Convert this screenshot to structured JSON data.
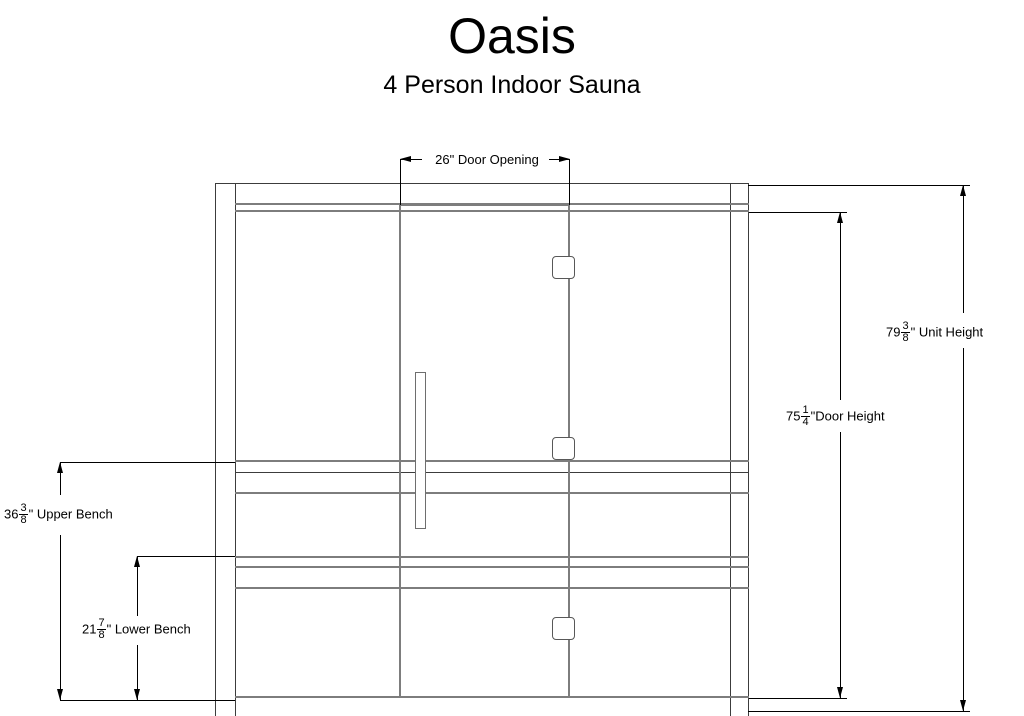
{
  "document": {
    "title": "Oasis",
    "subtitle": "4 Person Indoor Sauna",
    "type": "technical-elevation-drawing"
  },
  "dimensions": {
    "door_opening": {
      "whole": "26",
      "unit": "\"",
      "label": " Door Opening",
      "full_text": "26\" Door Opening"
    },
    "unit_height": {
      "whole": "79",
      "numerator": "3",
      "denominator": "8",
      "unit": "\"",
      "label": " Unit Height",
      "full_text": "79 3/8\" Unit Height"
    },
    "door_height": {
      "whole": "75",
      "numerator": "1",
      "denominator": "4",
      "unit": "\"",
      "label": "Door Height",
      "full_text": "75 1/4\" Door Height"
    },
    "upper_bench": {
      "whole": "36",
      "numerator": "3",
      "denominator": "8",
      "unit": "\"",
      "label": " Upper Bench",
      "full_text": "36 3/8\" Upper Bench"
    },
    "lower_bench": {
      "whole": "21",
      "numerator": "7",
      "denominator": "8",
      "unit": "\"",
      "label": " Lower Bench",
      "full_text": "21 7/8\" Lower Bench"
    }
  },
  "colors": {
    "line": "#7d7d7d",
    "line_dark": "#3c3c3c",
    "line_thin": "#9a9a9a",
    "annotation": "#000000",
    "background": "#ffffff"
  },
  "components": {
    "cabinet": "sauna-cabinet-elevation",
    "left_panel": "left-wall-panel",
    "right_panel": "right-wall-panel",
    "door": "glass-door",
    "handle": "door-handle",
    "hinges": [
      "hinge-top",
      "hinge-middle",
      "hinge-bottom"
    ],
    "upper_bench_band": "upper-bench",
    "lower_bench_band": "lower-bench"
  }
}
